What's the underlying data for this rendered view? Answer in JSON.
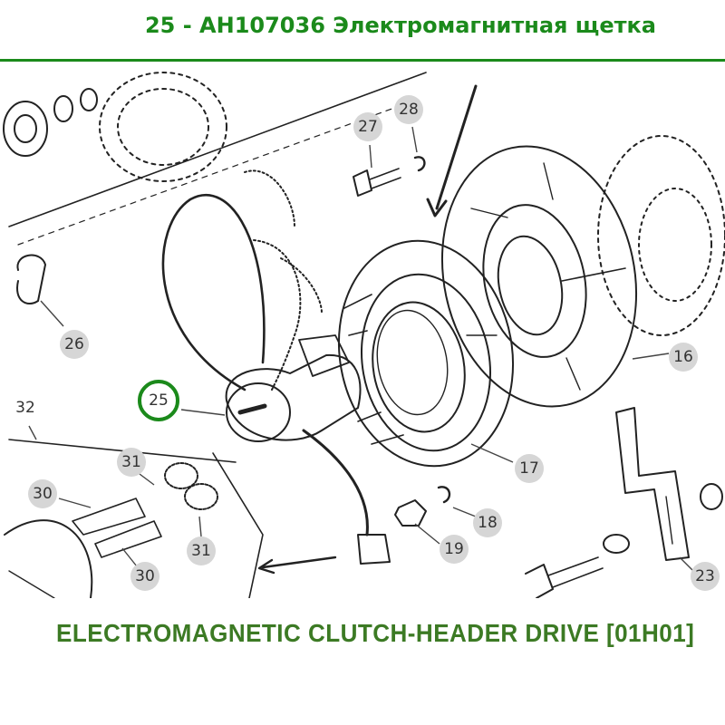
{
  "header": {
    "title": "25 - AH107036 Электромагнитная щетка",
    "accent_color": "#1b8a1b"
  },
  "diagram": {
    "callouts": [
      "16",
      "17",
      "18",
      "19",
      "23",
      "25",
      "26",
      "27",
      "28",
      "30",
      "30",
      "31",
      "31",
      "32"
    ],
    "highlighted_callout": "25",
    "highlight_color": "#1b8a1b"
  },
  "caption": {
    "text": "ELECTROMAGNETIC CLUTCH-HEADER DRIVE [01H01]",
    "color": "#3c7a24"
  }
}
